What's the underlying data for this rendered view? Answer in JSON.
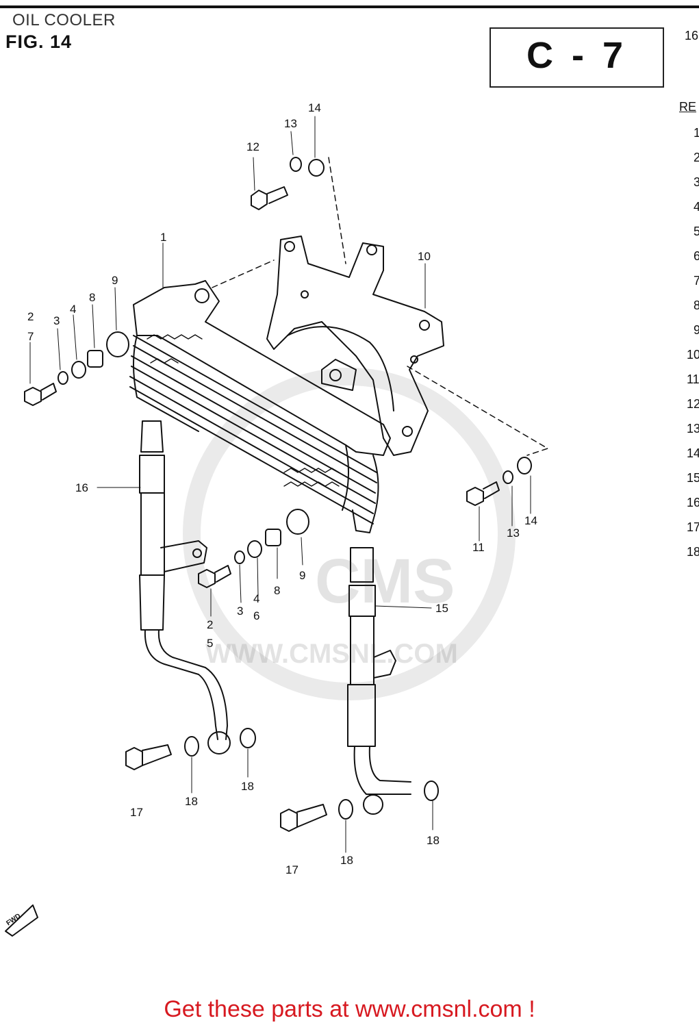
{
  "header": {
    "section_title": "OIL COOLER",
    "figure_label": "FIG. 14",
    "page_code": "C - 7"
  },
  "right_column": {
    "header_fragment": "RE",
    "top_fragment": "16",
    "row_fragments": [
      "1",
      "2",
      "3",
      "4",
      "5",
      "6",
      "7",
      "8",
      "9",
      "10",
      "11",
      "12",
      "13",
      "14",
      "15",
      "16",
      "17",
      "18"
    ]
  },
  "callouts": [
    "1",
    "2",
    "7",
    "3",
    "4",
    "8",
    "9",
    "10",
    "12",
    "13",
    "14",
    "11",
    "13",
    "14",
    "16",
    "3",
    "4",
    "6",
    "8",
    "9",
    "2",
    "5",
    "15",
    "17",
    "18",
    "18",
    "17",
    "18",
    "18"
  ],
  "watermark": {
    "text": "WWW.CMSNL.COM",
    "logo_text": "CMS"
  },
  "direction_marker": "FWD",
  "footer": {
    "cta": "Get these parts at www.cmsnl.com !"
  }
}
